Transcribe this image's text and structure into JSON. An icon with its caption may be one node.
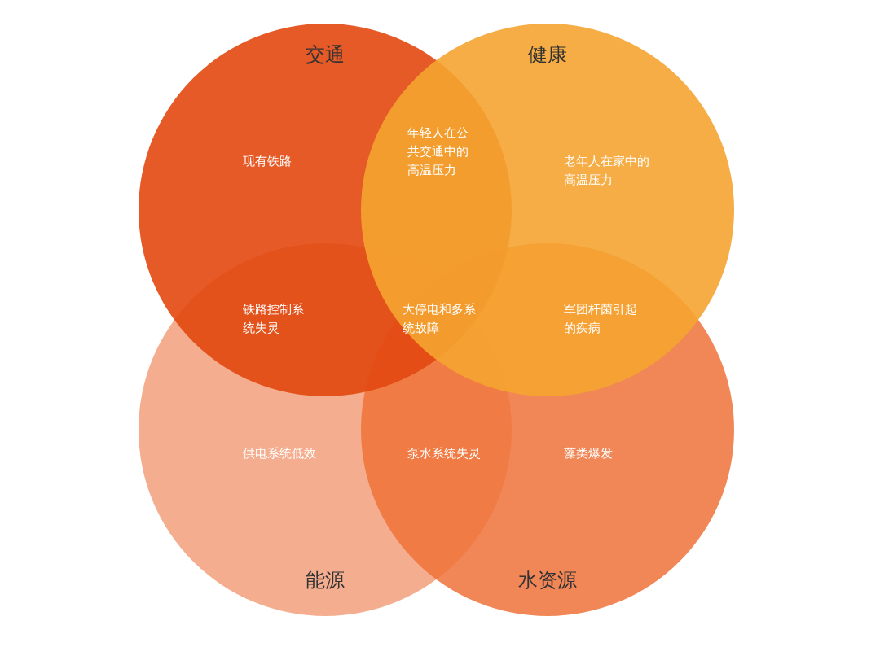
{
  "diagram": {
    "nodes": [
      {
        "text": [
          "交通"
        ]
      },
      {
        "text": [
          "健康"
        ]
      },
      {
        "text": [
          "能源"
        ]
      },
      {
        "text": [
          "水资源"
        ]
      }
    ],
    "edges": [],
    "labels": [
      "现有铁路",
      "年轻人在公共交通中的高温压力",
      "老年人在家中的高温压力",
      "铁路控制系统失灵",
      "大停电和多系统故障",
      "军团杆菌引起的疾病",
      "供电系统低效",
      "泵水系统失灵",
      "藻类爆发"
    ]
  }
}
